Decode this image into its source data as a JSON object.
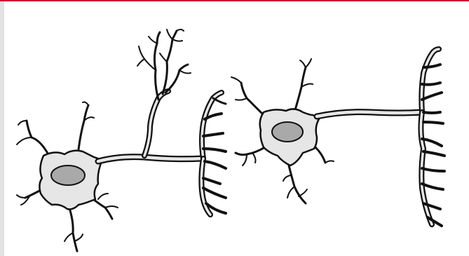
{
  "colors": {
    "top_rule": "#c8102e",
    "left_strip": "#e2e2e2",
    "background": "#ffffff",
    "cell_fill": "#e6e6e6",
    "outline": "#111111",
    "nucleus_fill": "#a9a9a9"
  },
  "diagram": {
    "neurons": [
      {
        "label": "",
        "parts": [
          "cell-body",
          "nucleus",
          "dendrites",
          "axon",
          "axon-terminals"
        ]
      },
      {
        "label": "",
        "parts": [
          "cell-body",
          "nucleus",
          "dendrites",
          "axon",
          "axon-terminals"
        ]
      }
    ]
  }
}
